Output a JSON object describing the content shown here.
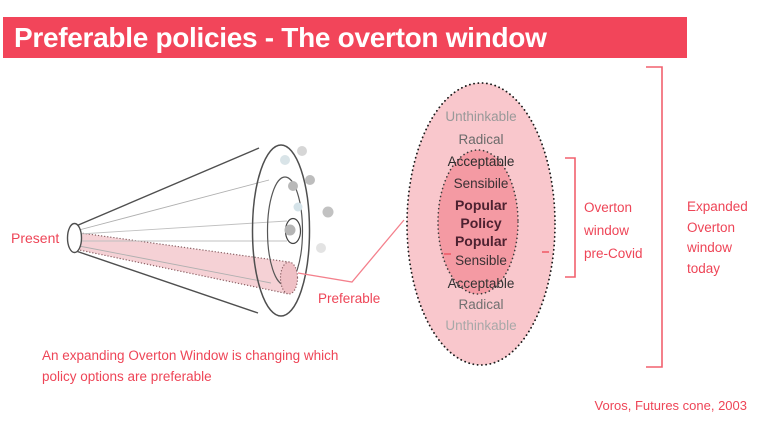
{
  "header": {
    "title": "Preferable policies - The overton window"
  },
  "cone": {
    "present_label": "Present",
    "preferable_label": "Preferable"
  },
  "overton_window": {
    "rows": [
      {
        "label": "Unthinkable",
        "color": "#999999"
      },
      {
        "label": "Radical",
        "color": "#6a6a6a"
      },
      {
        "label": "Acceptable",
        "color": "#2d2d2d"
      },
      {
        "label": "Sensibile",
        "color": "#3a3134"
      },
      {
        "label": "Popular",
        "color": "#4d2130"
      },
      {
        "label": "Policy",
        "color": "#4d2130"
      },
      {
        "label": "Popular",
        "color": "#4d2130"
      },
      {
        "label": "Sensible",
        "color": "#3a3134"
      },
      {
        "label": "Acceptable",
        "color": "#333333"
      },
      {
        "label": "Radical",
        "color": "#707070"
      },
      {
        "label": "Unthinkable",
        "color": "#a8a8a8"
      }
    ]
  },
  "annotations": {
    "pre_covid": "Overton\nwindow\npre-Covid",
    "today": "Expanded\nOverton\nwindow\ntoday",
    "takeaway": "An expanding Overton Window is changing which\npolicy options are preferable",
    "attribution": "Voros, Futures cone, 2003"
  },
  "colors": {
    "accent": "#ee4557",
    "header_bg": "#f2455a",
    "header_text": "#ffffff",
    "window_fill": "#f9c7cc",
    "window_inner_fill": "#f49aa3",
    "beam_fill": "#f2c6ca",
    "beam_cap_fill": "#efc0c5",
    "beam_edge": "#8a5f63",
    "bracket": "#f2606e",
    "connector": "#f4808c",
    "cone_outline": "#4f4f4f",
    "dot_border": "#1a1a1a"
  }
}
